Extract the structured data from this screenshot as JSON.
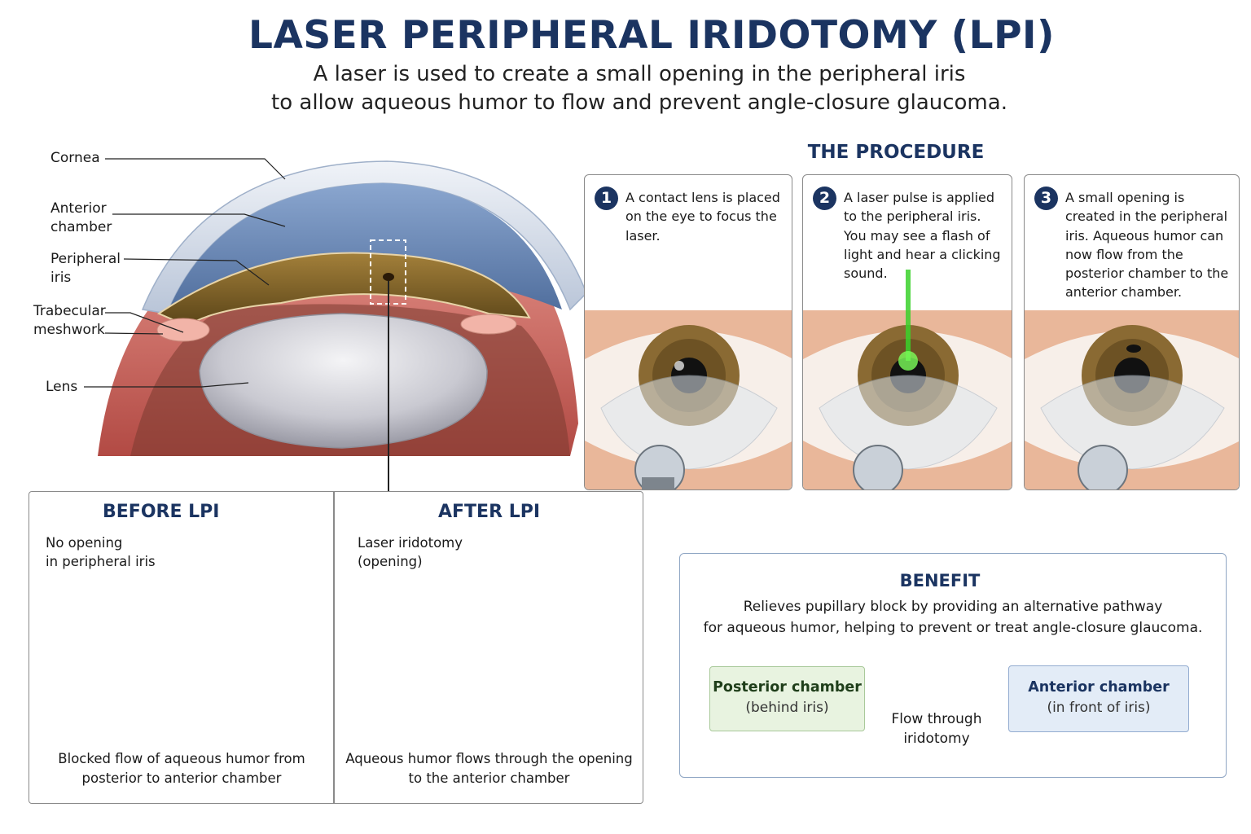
{
  "title": "LASER PERIPHERAL IRIDOTOMY (LPI)",
  "subtitle": {
    "line1": "A laser is used to create a small opening in the peripheral iris",
    "line2": "to allow aqueous humor to flow and prevent angle-closure glaucoma."
  },
  "anatomy_labels": {
    "cornea": "Cornea",
    "anterior_chamber_1": "Anterior",
    "anterior_chamber_2": "chamber",
    "peripheral_iris_1": "Peripheral",
    "peripheral_iris_2": "iris",
    "trabecular_1": "Trabecular",
    "trabecular_2": "meshwork",
    "lens": "Lens"
  },
  "procedure": {
    "title": "THE PROCEDURE",
    "steps": [
      {
        "number": "1",
        "text": "A contact lens is placed on the eye to focus the laser."
      },
      {
        "number": "2",
        "text": "A laser pulse is applied to the peripheral iris. You may see a flash of light and hear a clicking sound."
      },
      {
        "number": "3",
        "text": "A small opening is created in the peripheral iris. Aqueous humor can now flow from the posterior chamber to the anterior chamber."
      }
    ]
  },
  "before": {
    "title": "BEFORE LPI",
    "note_1": "No opening",
    "note_2": "in peripheral iris",
    "caption_1": "Blocked flow of aqueous humor from",
    "caption_2": "posterior to anterior chamber"
  },
  "after": {
    "title": "AFTER LPI",
    "note_1": "Laser iridotomy",
    "note_2": "(opening)",
    "caption_1": "Aqueous humor flows through the opening",
    "caption_2": "to the anterior chamber"
  },
  "benefit": {
    "title": "BENEFIT",
    "text_1": "Relieves pupillary block by providing an alternative pathway",
    "text_2": "for aqueous humor, helping to prevent or treat angle-closure glaucoma.",
    "posterior_name": "Posterior chamber",
    "posterior_sub": "(behind iris)",
    "anterior_name": "Anterior chamber",
    "anterior_sub": "(in front of iris)",
    "flow_1": "Flow through",
    "flow_2": "iridotomy"
  },
  "colors": {
    "navy": "#1b3461",
    "laser_green": "#3ad12a",
    "iris_brown": "#8a6a2a",
    "cornea_blue": "#7f9cc4",
    "tissue_pink": "#d9766e"
  }
}
